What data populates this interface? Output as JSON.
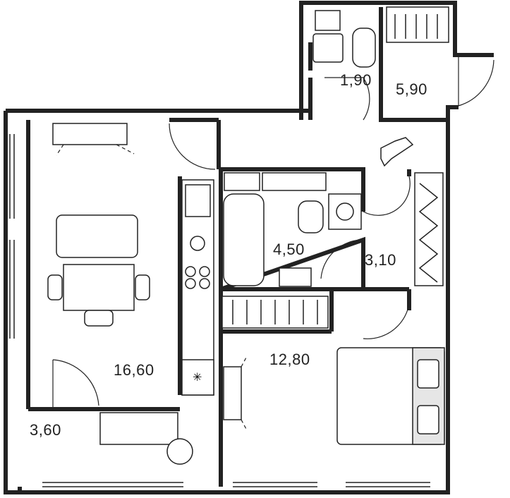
{
  "rooms": [
    {
      "id": "wc",
      "area": "1,90"
    },
    {
      "id": "hall",
      "area": "5,90"
    },
    {
      "id": "bathroom",
      "area": "4,50"
    },
    {
      "id": "corridor",
      "area": "3,10"
    },
    {
      "id": "living-kitchen",
      "area": "16,60"
    },
    {
      "id": "bedroom",
      "area": "12,80"
    },
    {
      "id": "balcony",
      "area": "3,60"
    }
  ]
}
